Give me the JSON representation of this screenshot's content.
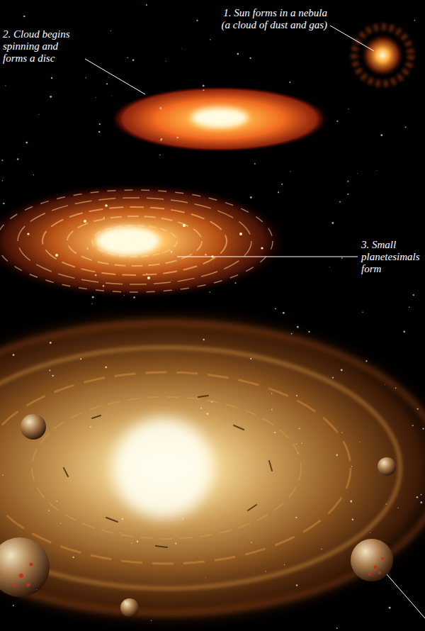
{
  "diagram": {
    "labels": [
      "1. Sun forms in a nebula (a cloud of dust and gas)",
      "2. Cloud begins spinning and forms a disc",
      "3. Small planetesimals form"
    ]
  }
}
